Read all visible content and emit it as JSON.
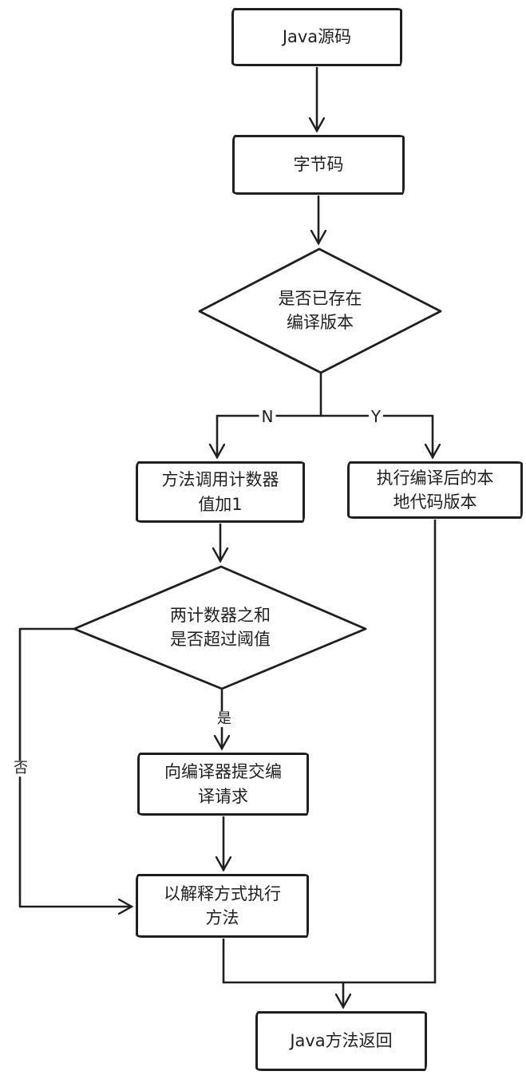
{
  "flowchart": {
    "background_color": "#ffffff",
    "stroke_color": "#1f1f1f",
    "nodes": {
      "java_source": {
        "label": "Java源码",
        "shape": "rectangle"
      },
      "bytecode": {
        "label": "字节码",
        "shape": "rectangle"
      },
      "compiled_version_exists": {
        "label": "是否已存在\n编译版本",
        "shape": "diamond"
      },
      "increment_counter": {
        "label": "方法调用计数器\n值加1",
        "shape": "rectangle"
      },
      "execute_native": {
        "label": "执行编译后的本\n地代码版本",
        "shape": "rectangle"
      },
      "threshold_check": {
        "label": "两计数器之和\n是否超过阈值",
        "shape": "diamond"
      },
      "submit_compile_request": {
        "label": "向编译器提交编\n译请求",
        "shape": "rectangle"
      },
      "interpret_method": {
        "label": "以解释方式执行\n方法",
        "shape": "rectangle"
      },
      "java_method_return": {
        "label": "Java方法返回",
        "shape": "rectangle"
      }
    },
    "edge_labels": {
      "branch_no": "N",
      "branch_yes": "Y",
      "threshold_yes": "是",
      "threshold_no": "否"
    }
  }
}
